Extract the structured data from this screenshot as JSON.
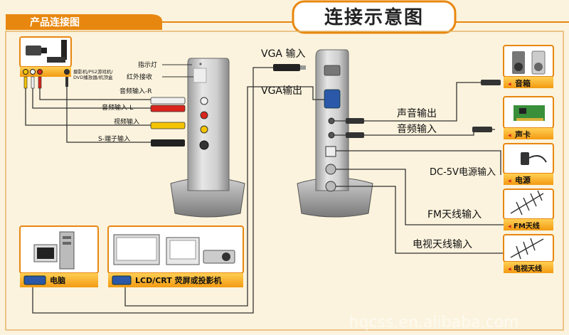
{
  "page": {
    "section_label": "产品连接图",
    "title": "连接示意图",
    "watermark": "hqcss.en.alibaba.com"
  },
  "left_unit": {
    "labels": {
      "indicator": "指示灯",
      "infrared": "红外接收",
      "audio_in_r": "音频输入-R",
      "audio_in_l": "音频输入-L",
      "video_in": "视频输入",
      "s_video_in": "S-端子输入"
    }
  },
  "source_devices": {
    "label_line1": "摄影机/PS2游戏机/",
    "label_line2": "DVD播放器/机顶盒"
  },
  "right_unit": {
    "labels": {
      "vga_in": "VGA 输入",
      "vga_out": "VGA输出",
      "audio_out": "声音输出",
      "audio_in": "音频输入",
      "dc_in": "DC-5V电源输入",
      "fm_in": "FM天线输入",
      "tv_in": "电视天线输入"
    }
  },
  "peripherals": [
    {
      "label": "音箱",
      "icon": "speakers-icon"
    },
    {
      "label": "声卡",
      "icon": "sound-card-icon"
    },
    {
      "label": "电源",
      "icon": "power-adapter-icon"
    },
    {
      "label": "FM天线",
      "icon": "fm-antenna-icon"
    },
    {
      "label": "电视天线",
      "icon": "tv-antenna-icon"
    }
  ],
  "bottom_devices": {
    "computer_label": "电脑",
    "display_label": "LCD/CRT 荧屏或投影机"
  },
  "colors": {
    "background": "#fbf3dd",
    "accent": "#e8870f",
    "label_bar": "#f6a81e",
    "audio_red": "#d9251c",
    "video_yellow": "#f4c400",
    "jack_white": "#f0f0f0",
    "line": "#333333"
  }
}
